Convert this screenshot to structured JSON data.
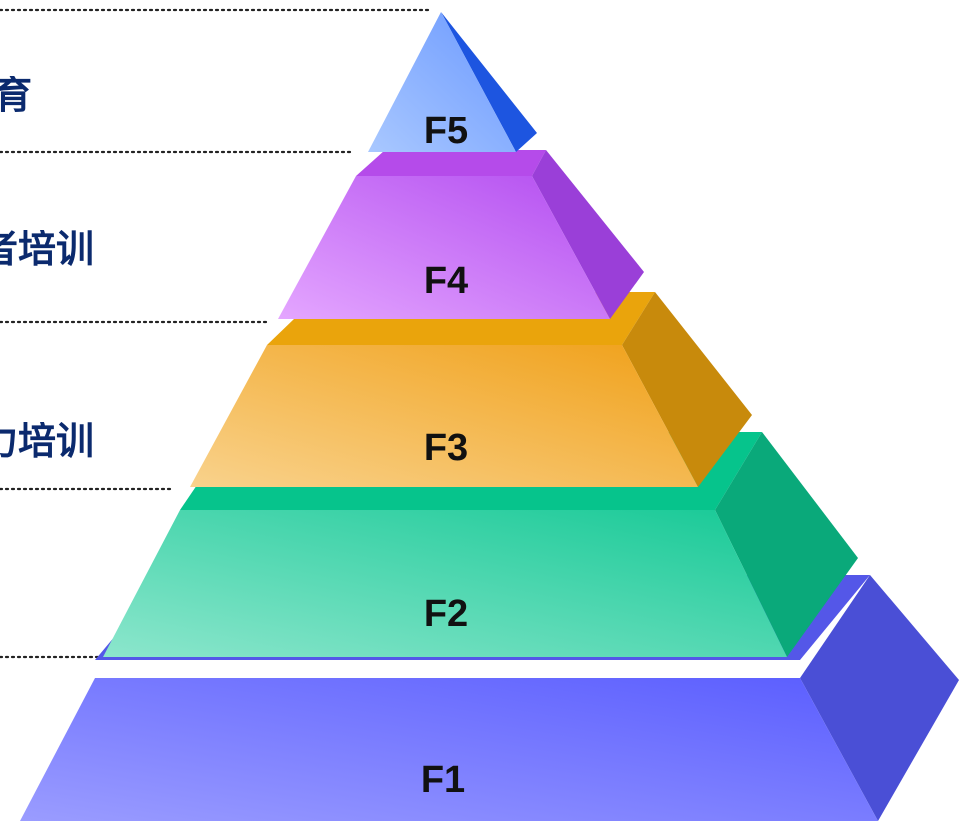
{
  "diagram": {
    "levels": [
      {
        "id": "F5",
        "label": "F5",
        "front_color": "#8fb4ff",
        "side_color": "#1d55e0"
      },
      {
        "id": "F4",
        "label": "F4",
        "front_color": "#d08cf7",
        "side_color": "#9a3fd8"
      },
      {
        "id": "F3",
        "label": "F3",
        "front_color": "#f4b652",
        "side_color": "#c88a0c"
      },
      {
        "id": "F2",
        "label": "F2",
        "front_color": "#5ad9b0",
        "side_color": "#0aa97a"
      },
      {
        "id": "F1",
        "label": "F1",
        "front_color": "#7a7cff",
        "side_color": "#4a4fd6"
      }
    ],
    "side_labels": [
      {
        "text": "育"
      },
      {
        "text": "者培训"
      },
      {
        "text": "力培训"
      }
    ]
  }
}
